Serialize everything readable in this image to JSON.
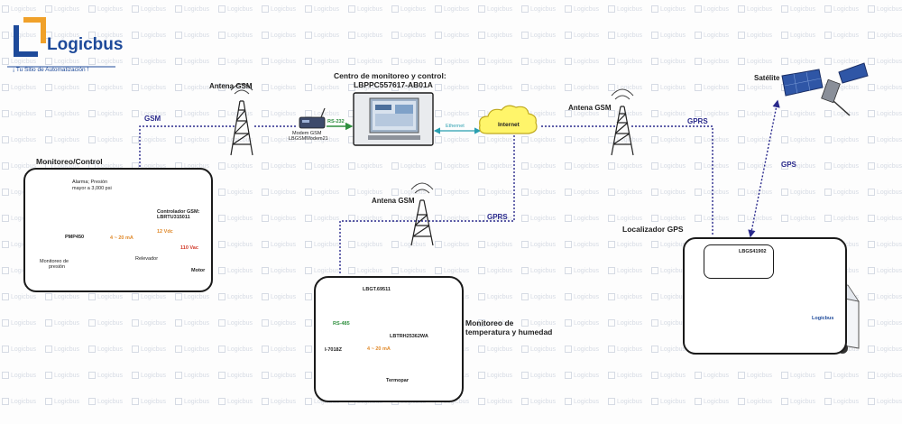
{
  "brand": {
    "name": "Logicbus",
    "tagline": "¡ Tu Sitio de Automatización !",
    "watermark": "Logicbus"
  },
  "center": {
    "title_line1": "Centro de monitoreo y control:",
    "title_line2": "LBPPC557617-AB01A"
  },
  "antennas": {
    "left": "Antena GSM",
    "right": "Antena GSM",
    "middle": "Antena GSM"
  },
  "links": {
    "gsm": "GSM",
    "rs232": "RS-232",
    "ethernet": "Ethernet",
    "gprs_right": "GPRS",
    "gprs_middle": "GPRS",
    "gps": "GPS"
  },
  "modem": {
    "line1": "Modem GSM",
    "line2": "LBGSMModem21"
  },
  "internet": "Internet",
  "satellite": "Satélite",
  "control_panel": {
    "title": "Monitoreo/Control",
    "alarm_line1": "Alarma; Presión",
    "alarm_line2": "mayor a 3,000 psi",
    "controller_line1": "Controlador GSM:",
    "controller_line2": "LBRTU315011",
    "sensor": "PMP450",
    "current": "4 ~ 20 mA",
    "vdc": "12 Vdc",
    "relay": "Relevador",
    "vac": "110 Vac",
    "motor": "Motor",
    "tank_line1": "Monitoreo de",
    "tank_line2": "presión"
  },
  "temp_panel": {
    "title_line1": "Monitoreo de",
    "title_line2": "temperatura y humedad",
    "device": "LBGT.69511",
    "bus": "RS-485",
    "transmitter": "LBTRH25362WA",
    "module": "I-7018Z",
    "current": "4 ~ 20 mA",
    "sensor": "Termopar"
  },
  "gps_panel": {
    "title": "Localizador GPS",
    "device": "LBGS41902",
    "truck_brand": "Logicbus"
  },
  "colors": {
    "brand_blue": "#1e4a9a",
    "link_blue": "#2a2a8c",
    "accent_orange": "#e08a2c",
    "accent_red": "#d23a2a",
    "accent_green": "#2f8f3f"
  }
}
